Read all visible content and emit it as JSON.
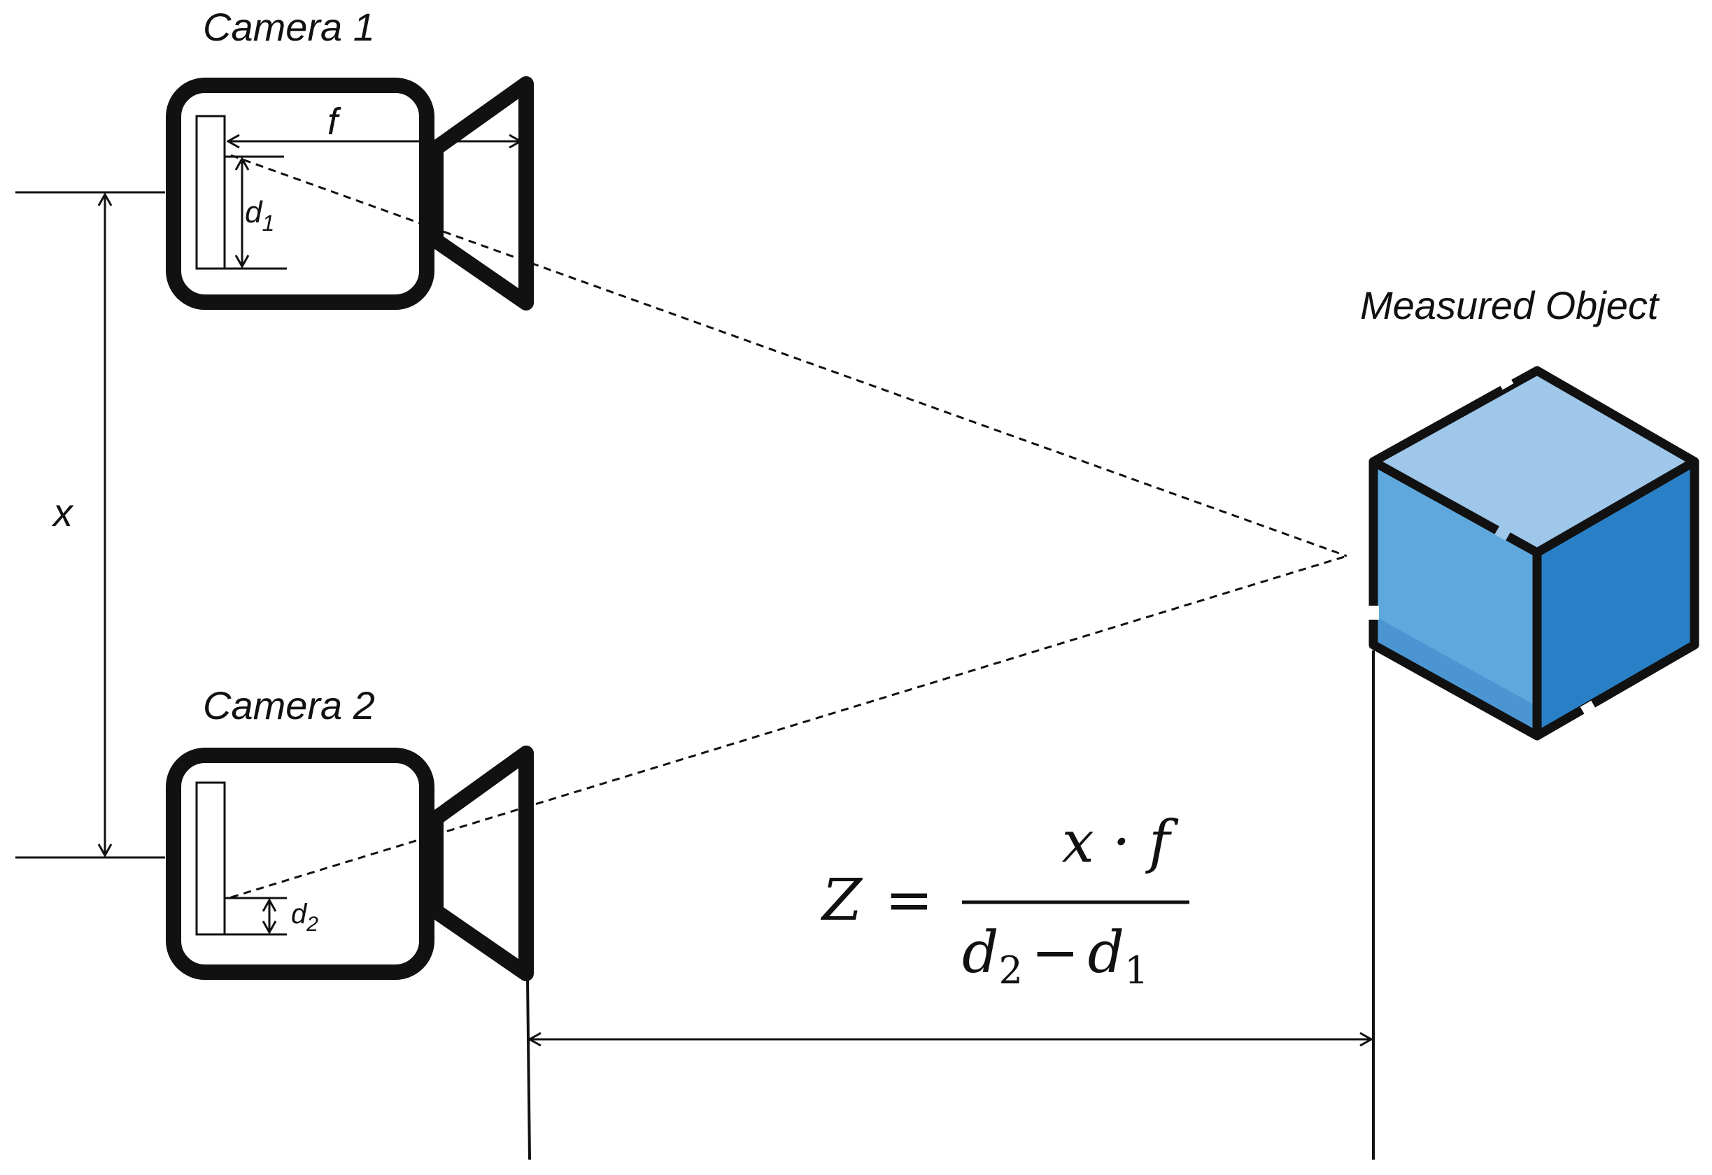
{
  "labels": {
    "camera1": "Camera 1",
    "camera2": "Camera 2",
    "measured_object": "Measured Object",
    "baseline": "x",
    "focal": "f",
    "d1_base": "d",
    "d1_sub": "1",
    "d2_base": "d",
    "d2_sub": "2"
  },
  "formula": {
    "lhs": "Z",
    "equals": "=",
    "numerator": "x · f",
    "den_d": "d",
    "den_sub2": "2",
    "den_minus": "−",
    "den_sub1": "1"
  },
  "colors": {
    "outline": "#111111",
    "cube_top": "#9fc7ea",
    "cube_left": "#5fa8dd",
    "cube_left_band": "#4b96d2",
    "cube_right": "#2a80c6"
  }
}
